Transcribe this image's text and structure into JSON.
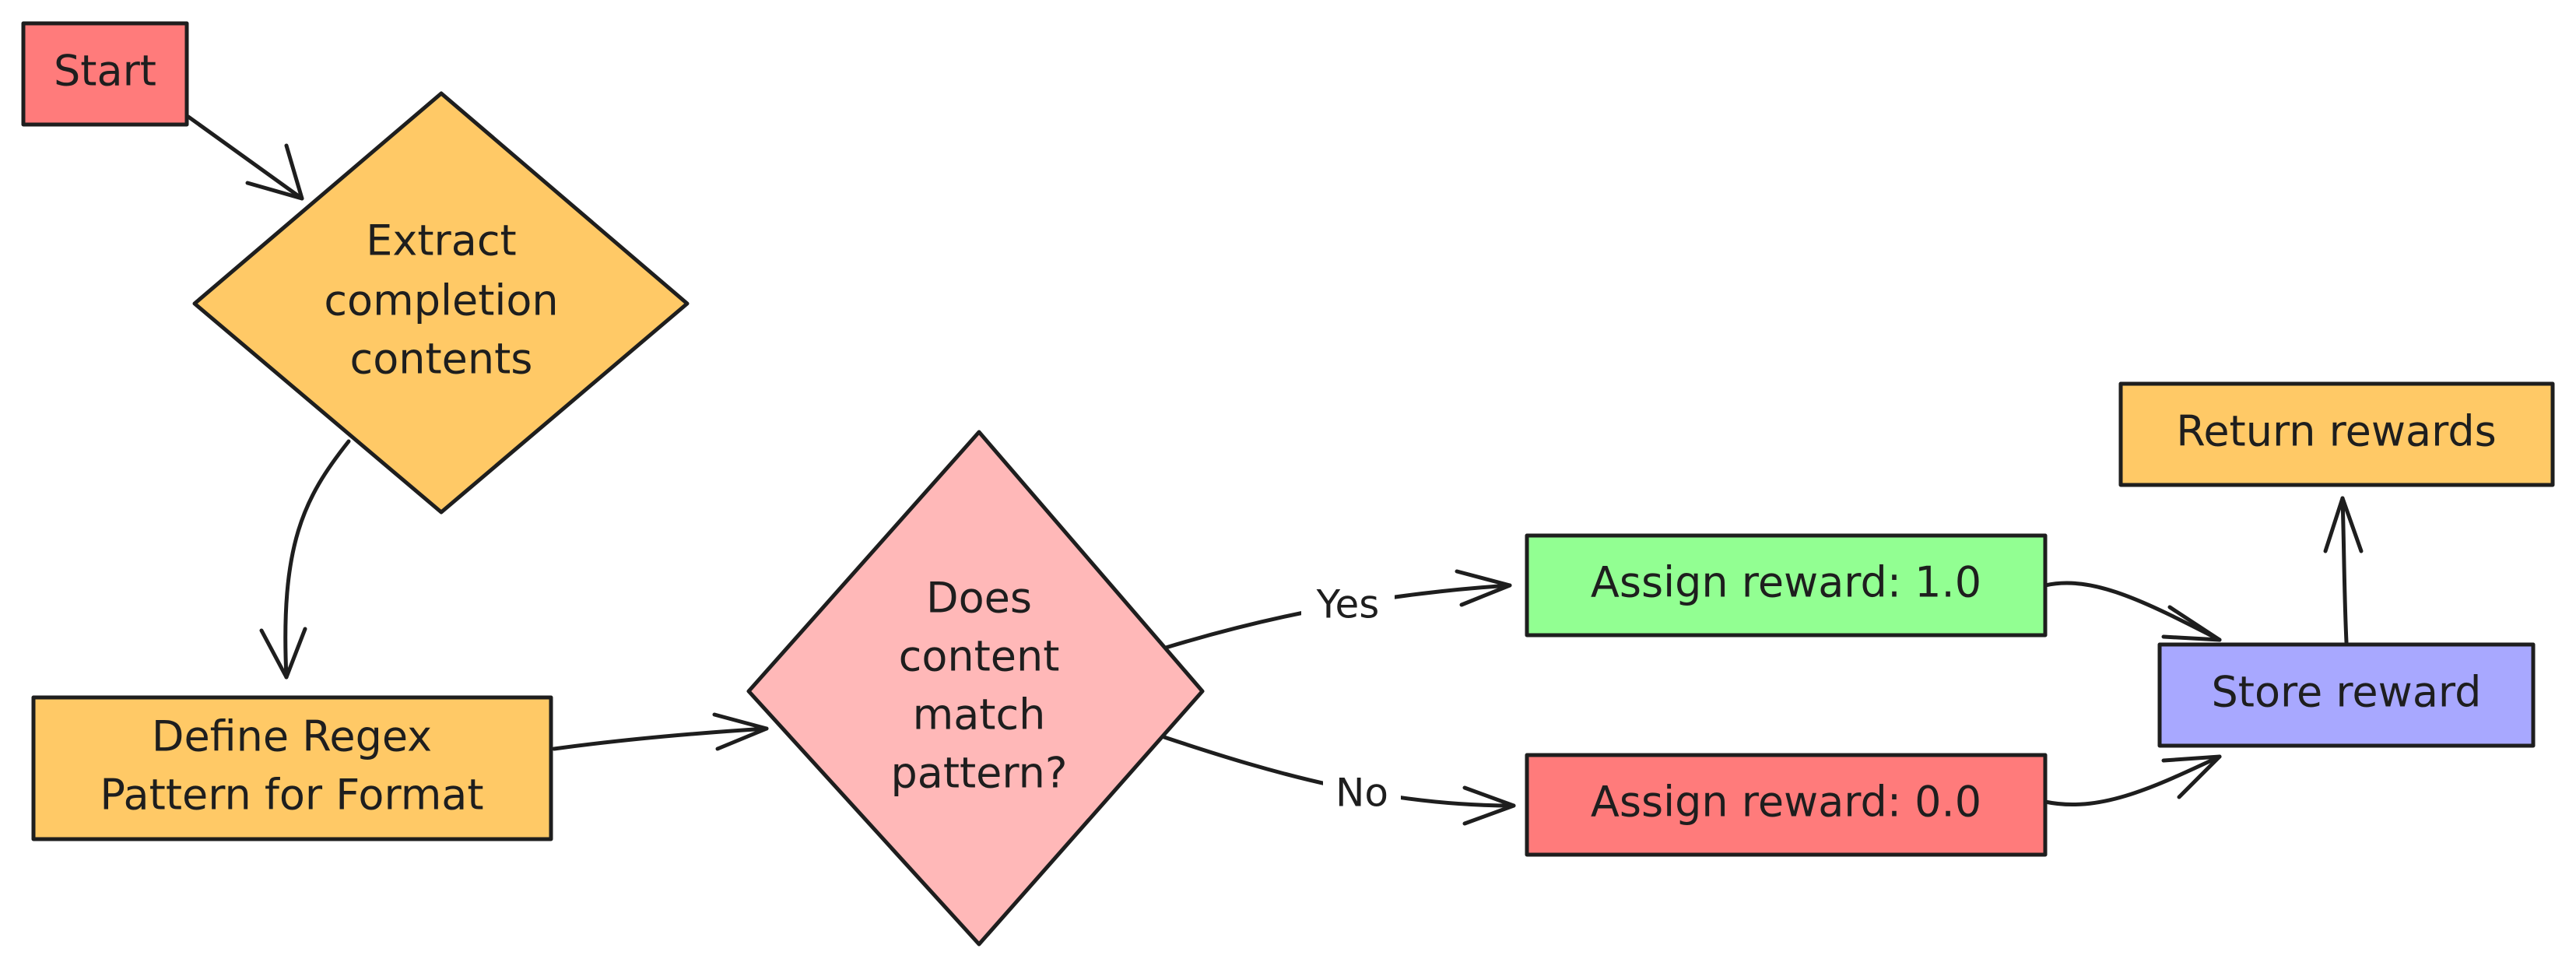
{
  "colors": {
    "red": "#ff7b7b",
    "yellow": "#ffc966",
    "pink": "#ffb8b8",
    "green": "#92ff92",
    "purple": "#a8a8ff",
    "stroke": "#1e1e1e"
  },
  "nodes": {
    "start": "Start",
    "extract": [
      "Extract",
      "completion",
      "contents"
    ],
    "regex": [
      "Define Regex",
      "Pattern for Format"
    ],
    "decision": [
      "Does",
      "content",
      "match",
      "pattern?"
    ],
    "assign_yes": "Assign reward: 1.0",
    "assign_no": "Assign reward: 0.0",
    "store": "Store reward",
    "return": "Return rewards"
  },
  "edges": {
    "yes_label": "Yes",
    "no_label": "No"
  }
}
